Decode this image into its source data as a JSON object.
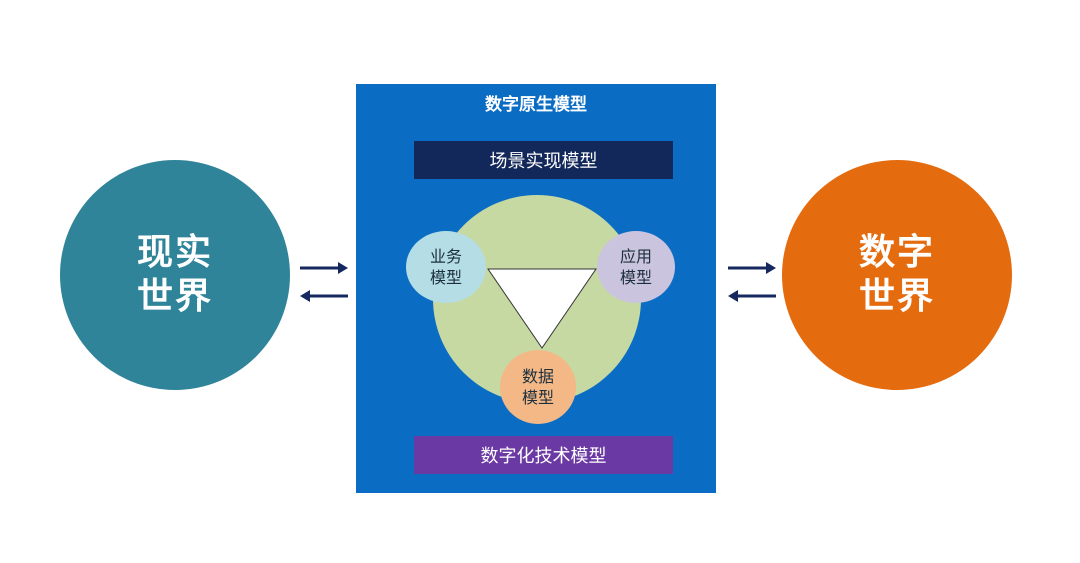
{
  "real_world": {
    "line1": "现实",
    "line2": "世界",
    "color": "#2f8499"
  },
  "digital_world": {
    "line1": "数字",
    "line2": "世界",
    "color": "#e56b0f"
  },
  "native_model": {
    "title": "数字原生模型",
    "panel_color": "#0b6cc4",
    "scene_bar": {
      "label": "场景实现模型",
      "color": "#13285a"
    },
    "tech_bar": {
      "label": "数字化技术模型",
      "color": "#6b39a3"
    },
    "inner_circle_color": "#c6d9a2",
    "triangle_color": "#ffffff",
    "nodes": {
      "business": {
        "line1": "业务",
        "line2": "模型",
        "color": "#b4dde6"
      },
      "application": {
        "line1": "应用",
        "line2": "模型",
        "color": "#cbc4df"
      },
      "data": {
        "line1": "数据",
        "line2": "模型",
        "color": "#f4b887"
      }
    }
  },
  "arrow_color": "#15285f"
}
